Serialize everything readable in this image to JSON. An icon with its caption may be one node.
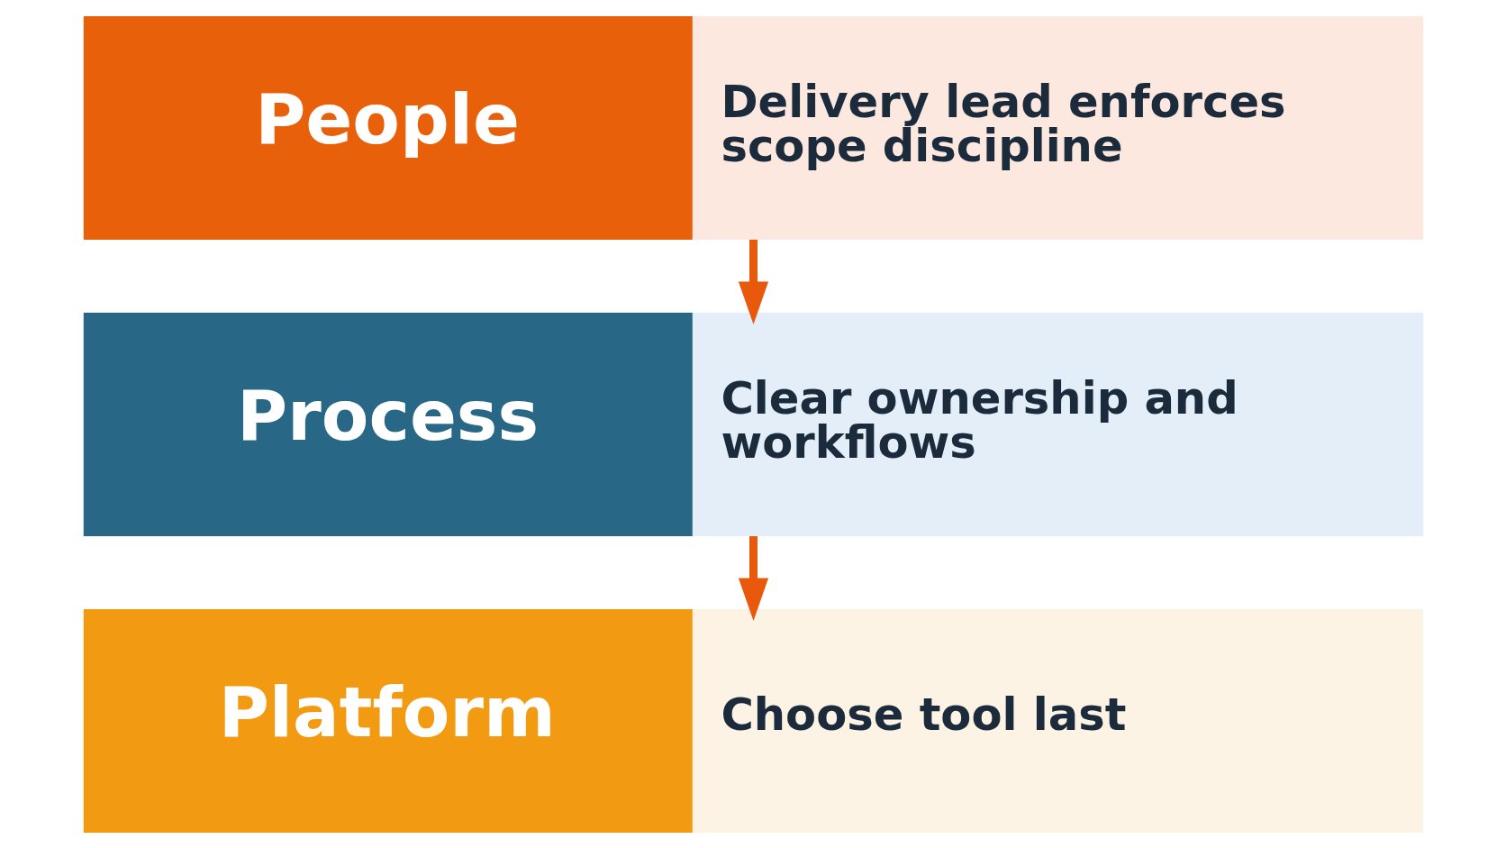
{
  "diagram": {
    "nodes": [
      {
        "text": [
          "People",
          "Delivery lead enforces scope discipline"
        ]
      },
      {
        "text": [
          "Process",
          "Clear ownership and workflows"
        ]
      },
      {
        "text": [
          "Platform",
          "Choose tool last"
        ]
      }
    ],
    "edges": [
      {
        "from": 0,
        "to": 1,
        "arrow": "to"
      },
      {
        "from": 1,
        "to": 2,
        "arrow": "to"
      }
    ]
  }
}
